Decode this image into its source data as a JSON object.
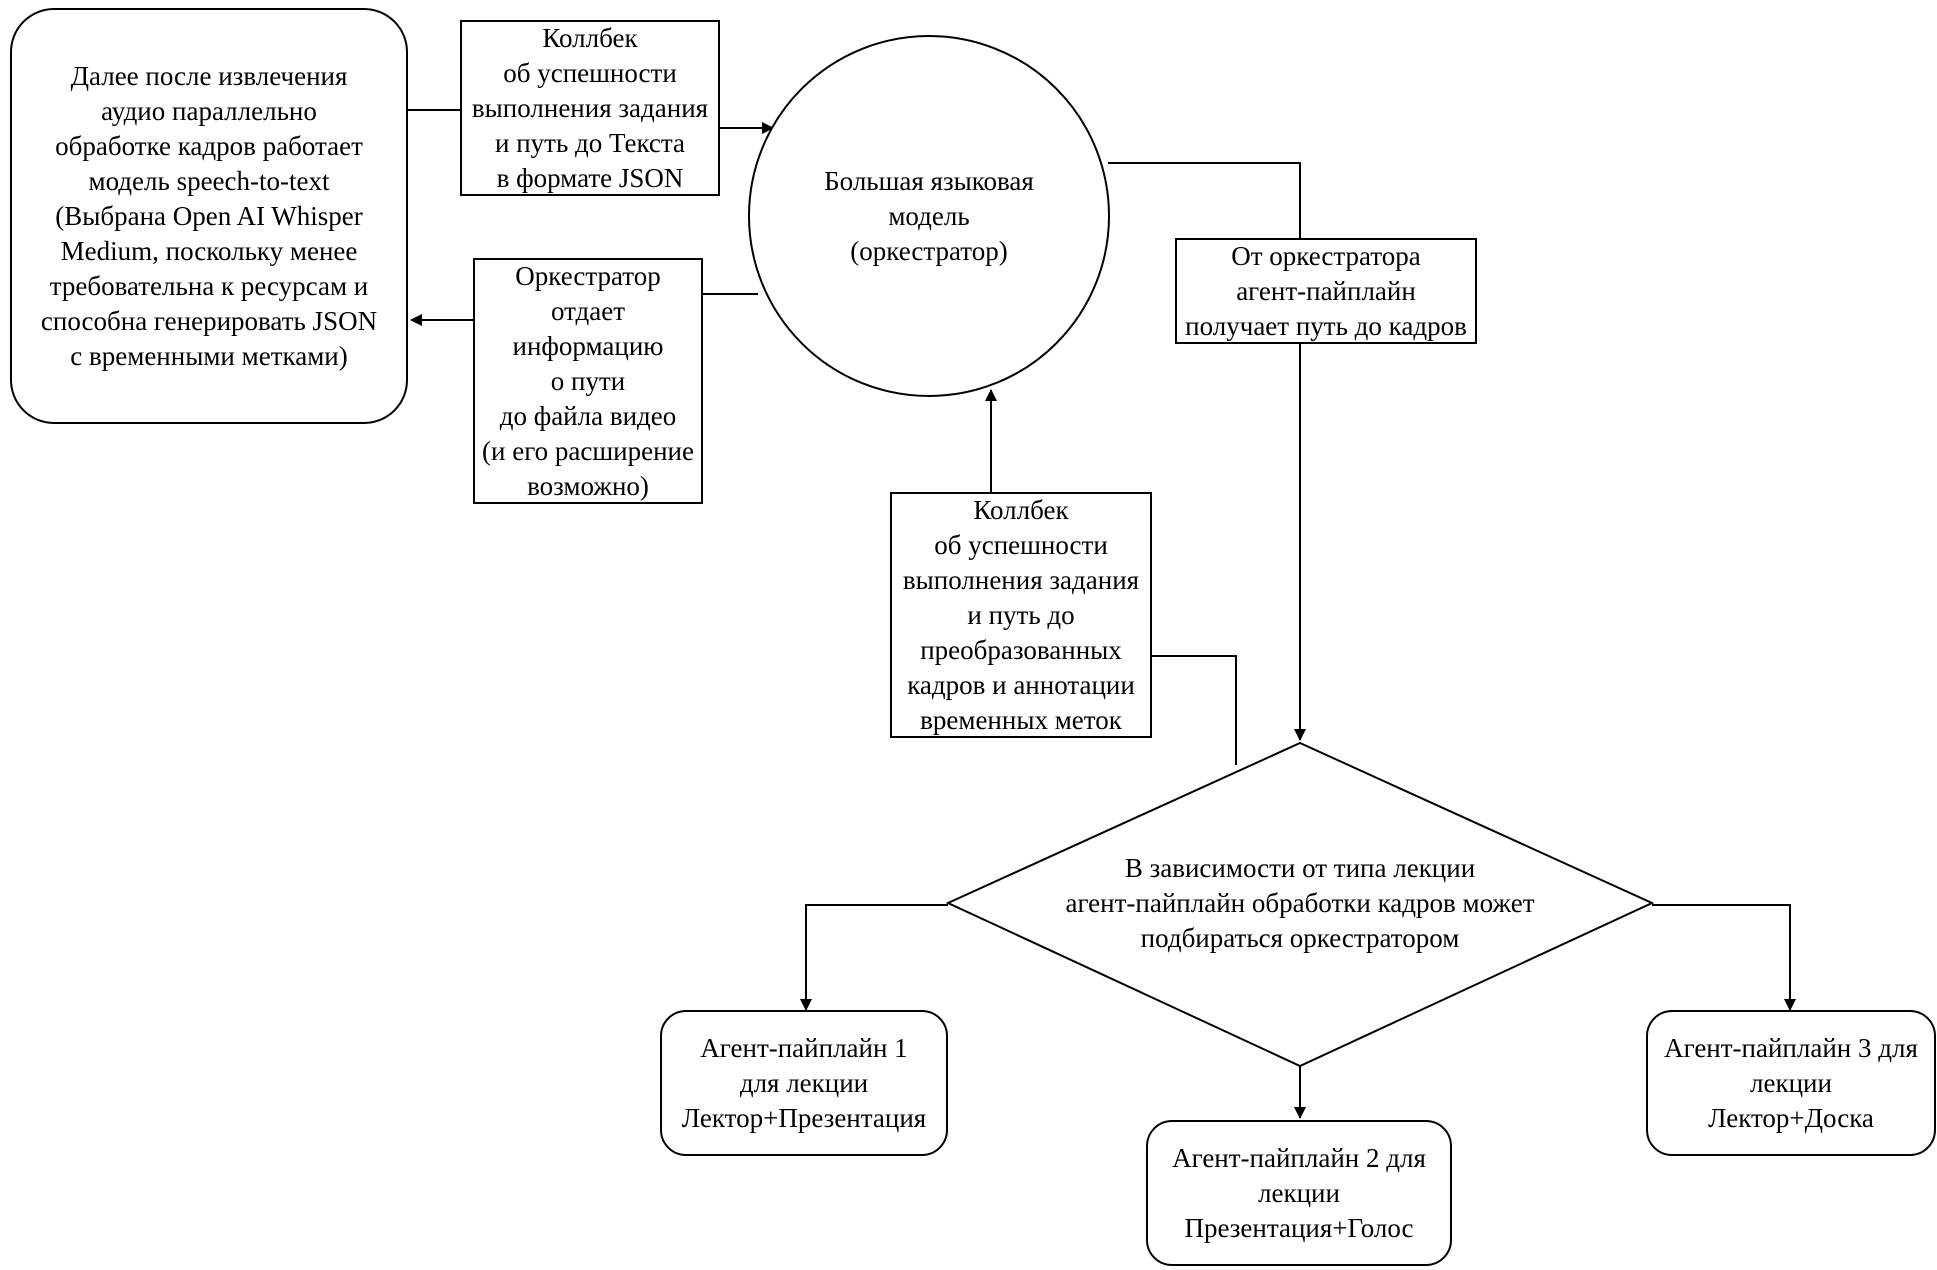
{
  "speech_box": {
    "lines": [
      "Далее после извлечения",
      "аудио параллельно",
      "обработке кадров работает",
      "модель speech-to-text",
      "(Выбрана Open AI Whisper",
      "Medium, поскольку менее",
      "требовательна к ресурсам и",
      "способна генерировать JSON",
      "с временными метками)"
    ]
  },
  "callback_text_box": {
    "lines": [
      "Коллбек",
      "об успешности",
      "выполнения задания",
      "и путь до Текста",
      "в формате JSON"
    ]
  },
  "orchestrator_video_box": {
    "lines": [
      "Оркестратор",
      "отдает",
      "информацию",
      "о пути",
      "до файла видео",
      "(и его расширение",
      "возможно)"
    ]
  },
  "llm_circle": {
    "lines": [
      "Большая языковая",
      "модель",
      "(оркестратор)"
    ]
  },
  "frames_path_box": {
    "lines": [
      "От оркестратора",
      "агент-пайплайн",
      "получает путь до кадров"
    ]
  },
  "callback_frames_box": {
    "lines": [
      "Коллбек",
      "об успешности",
      "выполнения задания",
      "и путь до",
      "преобразованных",
      "кадров и аннотации",
      "временных меток"
    ]
  },
  "decision_diamond": {
    "lines": [
      "В зависимости от типа лекции",
      "агент-пайплайн обработки кадров может",
      "подбираться оркестратором"
    ]
  },
  "pipeline_1": {
    "lines": [
      "Агент-пайплайн 1",
      "для лекции",
      "Лектор+Презентация"
    ]
  },
  "pipeline_2": {
    "lines": [
      "Агент-пайплайн 2 для",
      "лекции",
      "Презентация+Голос"
    ]
  },
  "pipeline_3": {
    "lines": [
      "Агент-пайплайн 3 для",
      "лекции",
      "Лектор+Доска"
    ]
  }
}
